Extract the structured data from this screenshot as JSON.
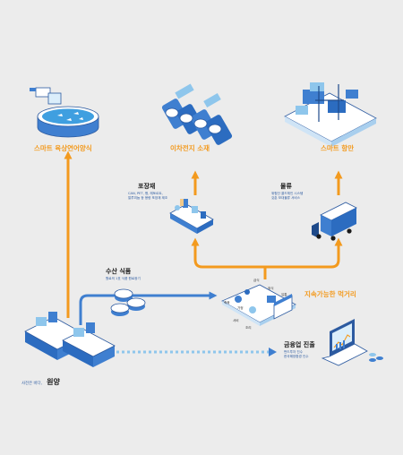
{
  "labels": {
    "smart_aquaculture": "스마트 육상연어양식",
    "secondary_battery": "이차전지 소재",
    "smart_port": "스마트 항만",
    "packaging_title": "포장재",
    "packaging_desc": [
      "CAN, PET, 병, 레토르트,",
      "알루미늄 등 용량 포장재 제조"
    ],
    "logistics_title": "물류",
    "logistics_desc": [
      "위험단 콜드체인 시스템",
      "갖춘 보대물류 서비스"
    ],
    "seafood_title": "수산 식품",
    "seafood_desc": "원료의 1표 식품 원료광기",
    "sustainable": "지속가능한 먹거리",
    "finance_title": "금융업 진출",
    "finance_desc": [
      "펀드투자 진수",
      "한국해양환경 인수"
    ],
    "fishing_caption_prefix": "사전은 바다,",
    "fishing_caption_main": "원양",
    "hub_parts": [
      "급식",
      "외식",
      "유통",
      "가정",
      "축육",
      "서비",
      "조리"
    ]
  },
  "colors": {
    "accent_orange": "#f39a1e",
    "primary_blue": "#2c5aa0",
    "light_blue": "#8ec6ec",
    "background": "#ececec"
  }
}
